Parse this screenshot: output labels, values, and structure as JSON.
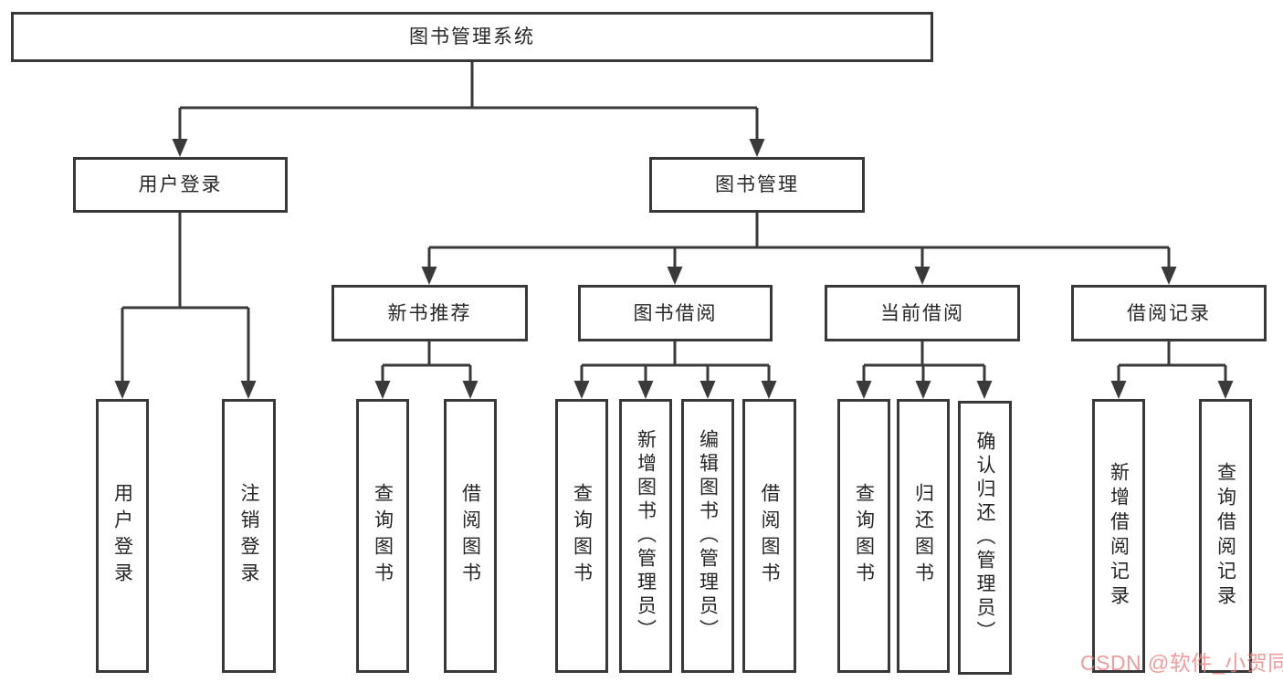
{
  "nodes": {
    "root": "图书管理系统",
    "login": "用户登录",
    "manage": "图书管理",
    "login_children": [
      "用户登录",
      "注销登录"
    ],
    "manage_children": [
      "新书推荐",
      "图书借阅",
      "当前借阅",
      "借阅记录"
    ],
    "recommend_children": [
      "查询图书",
      "借阅图书"
    ],
    "borrow_children": [
      "查询图书",
      "新增图书（管理员）",
      "编辑图书（管理员）",
      "借阅图书"
    ],
    "current_children": [
      "查询图书",
      "归还图书",
      "确认归还（管理员）"
    ],
    "record_children": [
      "新增借阅记录",
      "查询借阅记录"
    ]
  },
  "watermark": {
    "text": "CSDN @软件_小贺同学",
    "color": "#ec7d7d"
  },
  "colors": {
    "line": "#3a3a3a",
    "box_border": "#383838",
    "text": "#262626",
    "background": "#ffffff"
  }
}
